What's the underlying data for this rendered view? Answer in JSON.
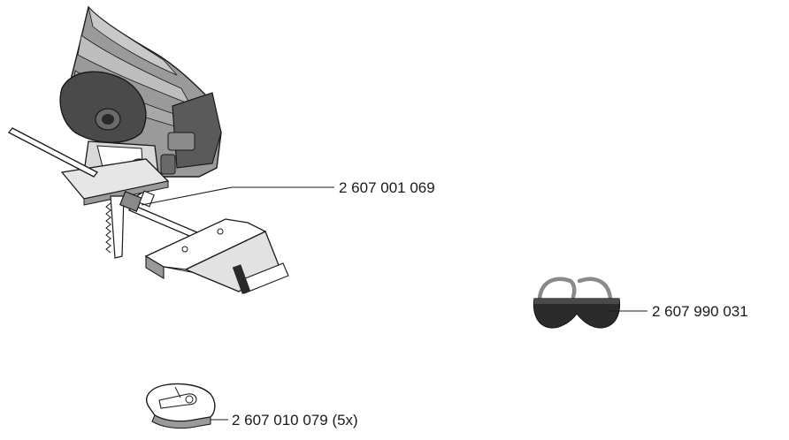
{
  "accessories": [
    {
      "item": "parallel-guide",
      "part_number": "2 607 001 069"
    },
    {
      "item": "safety-goggles",
      "part_number": "2 607 990 031"
    },
    {
      "item": "anti-splinter-insert",
      "part_number": "2 607 010 079 (5x)"
    }
  ],
  "colors": {
    "line": "#1a1a1a",
    "body_dark": "#3a3a3a",
    "body_mid": "#8a8a8a",
    "body_light": "#cfcfcf",
    "lens": "#2b2b2b"
  }
}
